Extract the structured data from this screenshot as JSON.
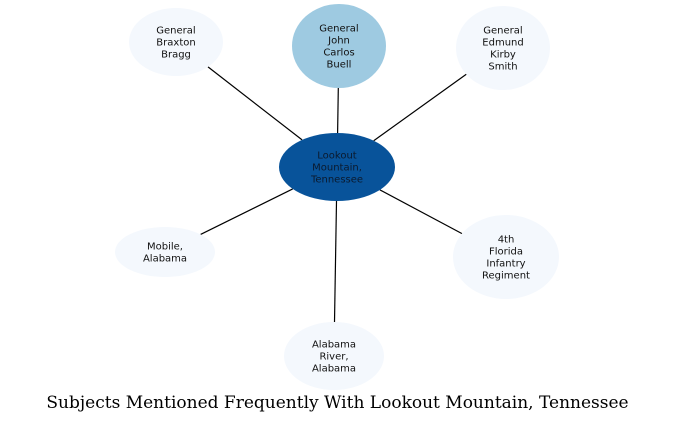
{
  "caption": "Subjects Mentioned Frequently With Lookout Mountain, Tennessee",
  "colors": {
    "center_fill": "#08539a",
    "highlight_fill": "#9ecae1",
    "leaf_fill": "#f4f8fd",
    "edge": "#000000"
  },
  "center": {
    "id": "lookout-mountain",
    "lines": [
      "Lookout",
      "Mountain,",
      "Tennessee"
    ]
  },
  "nodes": [
    {
      "id": "braxton-bragg",
      "lines": [
        "General",
        "Braxton",
        "Bragg"
      ],
      "style": "leaf"
    },
    {
      "id": "john-carlos-buell",
      "lines": [
        "General",
        "John",
        "Carlos",
        "Buell"
      ],
      "style": "highlight"
    },
    {
      "id": "edmund-kirby-smith",
      "lines": [
        "General",
        "Edmund",
        "Kirby",
        "Smith"
      ],
      "style": "leaf"
    },
    {
      "id": "mobile-alabama",
      "lines": [
        "Mobile,",
        "Alabama"
      ],
      "style": "leaf"
    },
    {
      "id": "4th-florida-infantry",
      "lines": [
        "4th",
        "Florida",
        "Infantry",
        "Regiment"
      ],
      "style": "leaf"
    },
    {
      "id": "alabama-river",
      "lines": [
        "Alabama",
        "River,",
        "Alabama"
      ],
      "style": "leaf"
    }
  ]
}
